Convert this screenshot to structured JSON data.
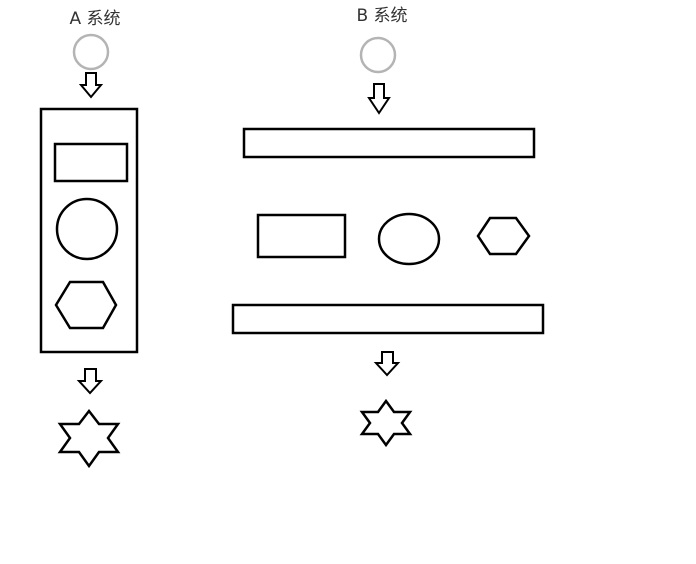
{
  "systems": [
    {
      "id": "a",
      "title": "A 系统"
    },
    {
      "id": "b",
      "title": "B 系统"
    }
  ],
  "colors": {
    "stroke": "#000000",
    "input_circle": "#b4b4b4",
    "text": "#333333",
    "background": "#ffffff"
  }
}
